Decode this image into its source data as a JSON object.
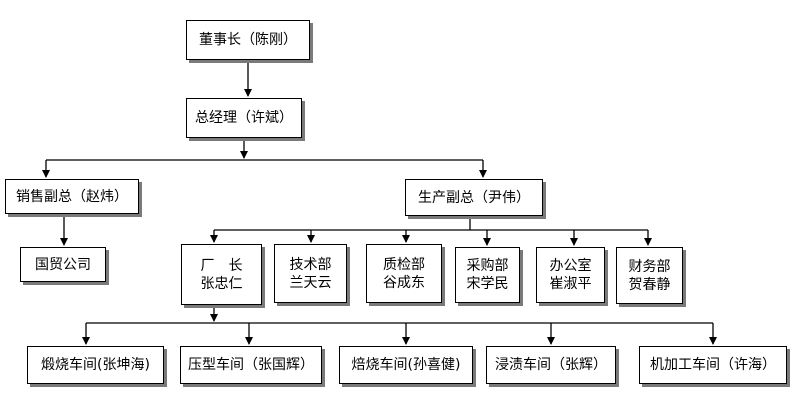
{
  "chairman": {
    "label": "董事长（陈刚）"
  },
  "gm": {
    "label": "总经理（许斌）"
  },
  "sales_vp": {
    "label": "销售副总（赵炜）"
  },
  "trade_company": {
    "label": "国贸公司"
  },
  "prod_vp": {
    "label": "生产副总（尹伟）"
  },
  "factory": {
    "title": "厂　长",
    "person": "张忠仁"
  },
  "tech": {
    "title": "技术部",
    "person": "兰天云"
  },
  "qc": {
    "title": "质检部",
    "person": "谷成东"
  },
  "purchase": {
    "title": "采购部",
    "person": "宋学民"
  },
  "office": {
    "title": "办公室",
    "person": "崔淑平"
  },
  "finance": {
    "title": "财务部",
    "person": "贺春静"
  },
  "workshops": [
    {
      "label": "煅烧车间(张坤海)"
    },
    {
      "label": "压型车间（张国辉）"
    },
    {
      "label": "焙烧车间(孙喜健)"
    },
    {
      "label": "浸渍车间（张辉）"
    },
    {
      "label": "机加工车间（许海）"
    }
  ]
}
